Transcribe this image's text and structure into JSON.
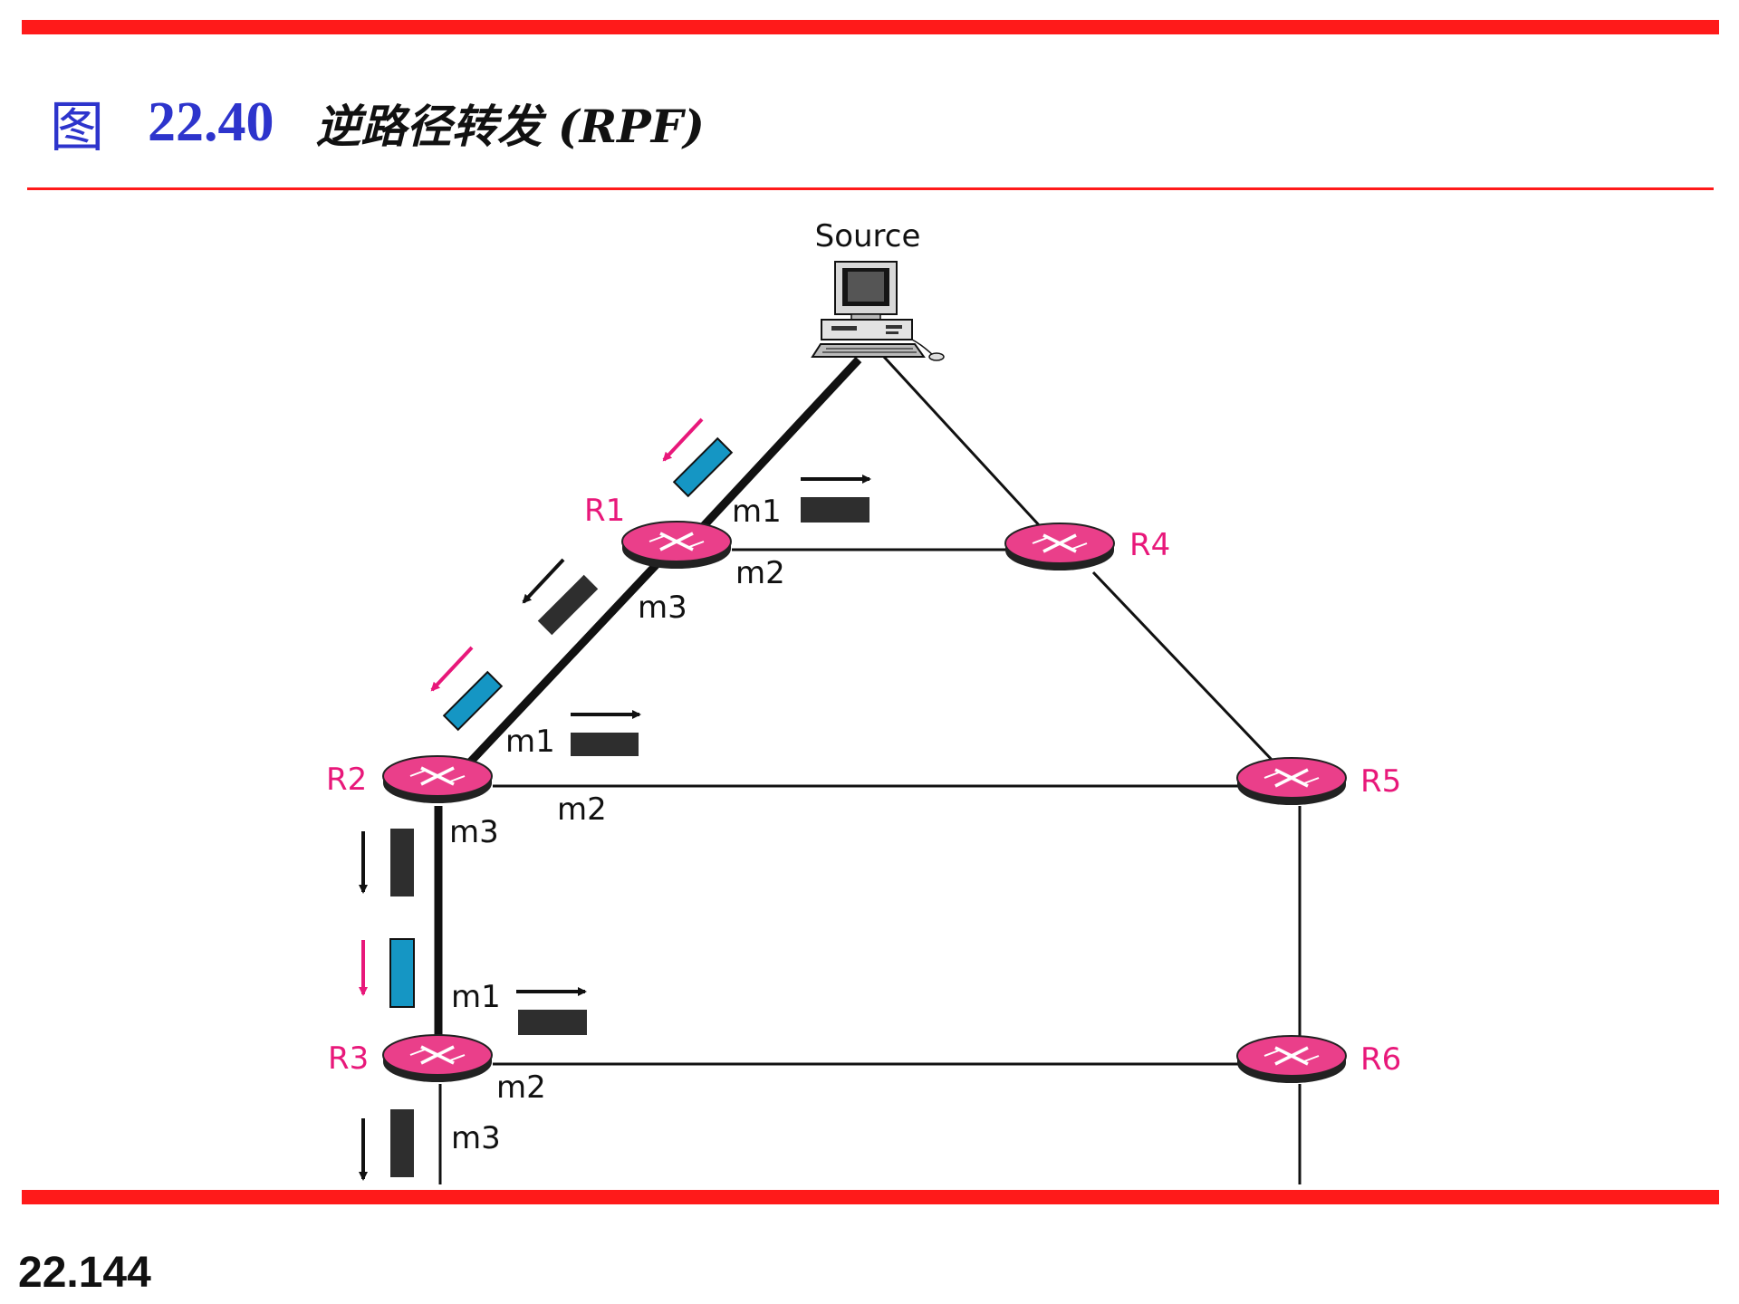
{
  "title": {
    "label": "图",
    "number": "22.40",
    "caption": "逆路径转发 (RPF)"
  },
  "slide_number": "22.144",
  "source_label": "Source",
  "routers": {
    "r1": "R1",
    "r2": "R2",
    "r3": "R3",
    "r4": "R4",
    "r5": "R5",
    "r6": "R6"
  },
  "ports": {
    "r1": {
      "m1": "m1",
      "m2": "m2",
      "m3": "m3"
    },
    "r2": {
      "m1": "m1",
      "m2": "m2",
      "m3": "m3"
    },
    "r3": {
      "m1": "m1",
      "m2": "m2",
      "m3": "m3"
    }
  },
  "colors": {
    "rule": "#ff1a1a",
    "router": "#e8187a",
    "incoming_packet": "#1596c4",
    "forwarded_packet": "#2e2e2e",
    "title_blue": "#2d34cc"
  }
}
